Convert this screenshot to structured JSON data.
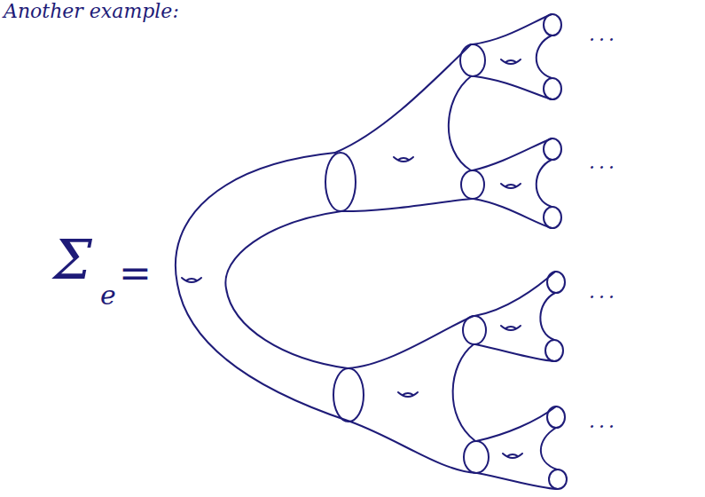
{
  "diagram": {
    "labels": [
      "Another example:",
      "Σ",
      "e",
      "=",
      "...",
      "...",
      "...",
      "..."
    ]
  }
}
